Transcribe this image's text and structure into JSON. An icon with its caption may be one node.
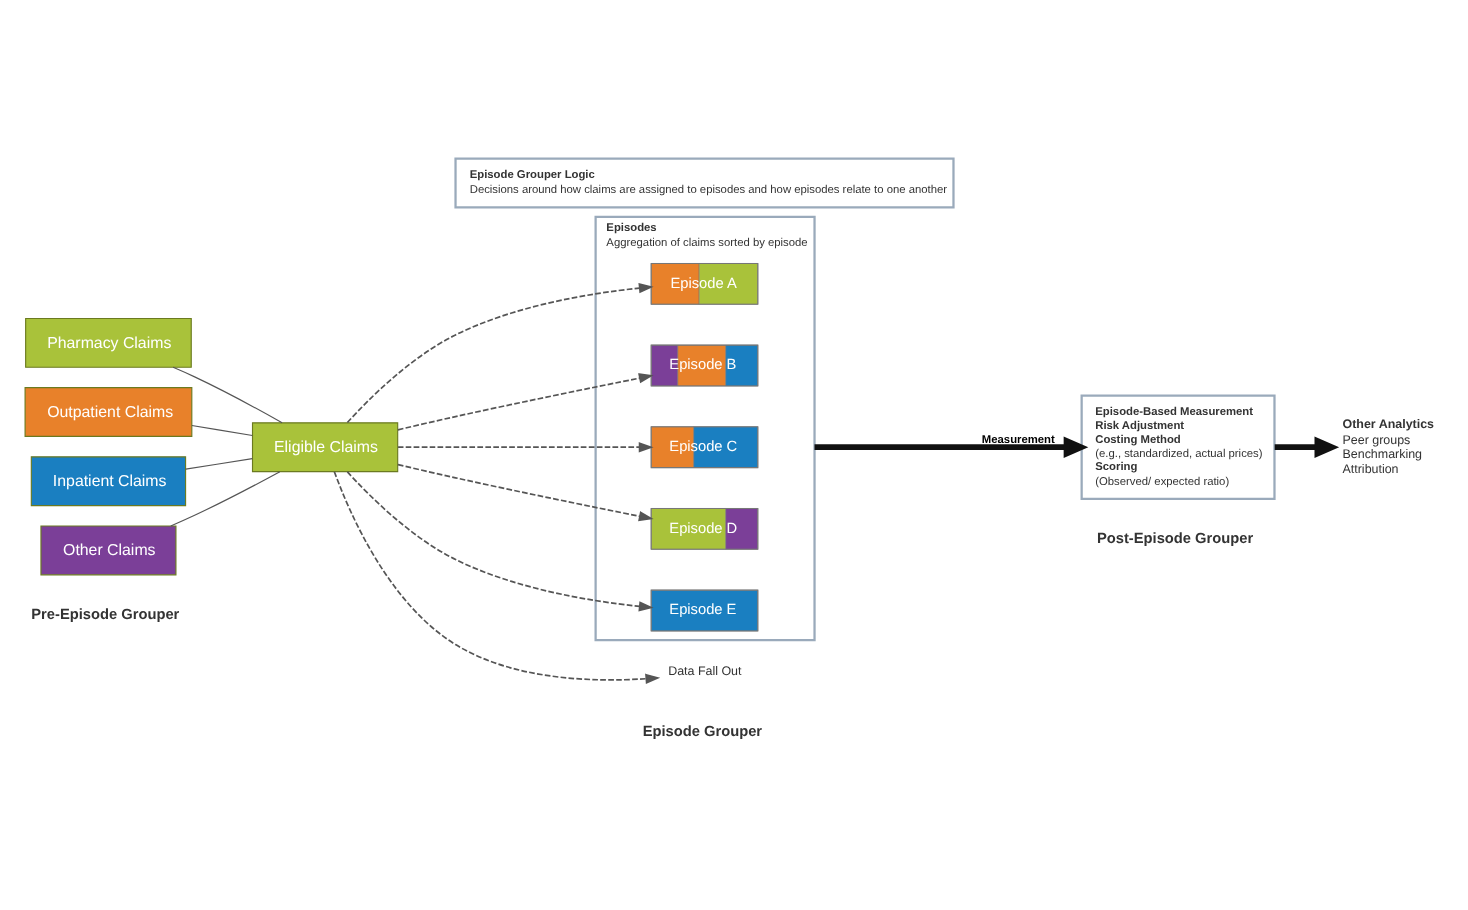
{
  "diagram": {
    "nodes": [
      {
        "text": [
          "Pharmacy Claims"
        ]
      },
      {
        "text": [
          "Outpatient Claims"
        ]
      },
      {
        "text": [
          "Inpatient Claims"
        ]
      },
      {
        "text": [
          "Other Claims"
        ]
      },
      {
        "text": [
          "Eligible Claims"
        ]
      },
      {
        "text": [
          "Episode Grouper Logic",
          "Decisions around how claims are assigned to episodes and how episodes relate to one another"
        ]
      },
      {
        "text": [
          "Episodes",
          "Aggregation of claims sorted by episode"
        ]
      },
      {
        "text": [
          "Episode A"
        ],
        "in": 6
      },
      {
        "text": [
          "Episode B"
        ],
        "in": 6
      },
      {
        "text": [
          "Episode C"
        ],
        "in": 6
      },
      {
        "text": [
          "Episode D"
        ],
        "in": 6
      },
      {
        "text": [
          "Episode E"
        ],
        "in": 6
      },
      {
        "text": [
          "Data Fall Out"
        ]
      },
      {
        "text": [
          "Episode-Based Measurement",
          "Risk Adjustment",
          "Costing Method",
          "(e.g., standardized, actual prices)",
          "Scoring",
          "(Observed/ expected ratio)"
        ]
      },
      {
        "text": [
          "Other Analytics",
          "Peer groups",
          "Benchmarking",
          "Attribution"
        ]
      }
    ],
    "edges": [
      {
        "from": 0,
        "to": 4,
        "arrow": "none"
      },
      {
        "from": 1,
        "to": 4,
        "arrow": "none"
      },
      {
        "from": 2,
        "to": 4,
        "arrow": "none"
      },
      {
        "from": 3,
        "to": 4,
        "arrow": "none"
      },
      {
        "from": 4,
        "to": 7,
        "arrow": "to",
        "style": "dashed"
      },
      {
        "from": 4,
        "to": 8,
        "arrow": "to",
        "style": "dashed"
      },
      {
        "from": 4,
        "to": 9,
        "arrow": "to",
        "style": "dashed"
      },
      {
        "from": 4,
        "to": 10,
        "arrow": "to",
        "style": "dashed"
      },
      {
        "from": 4,
        "to": 11,
        "arrow": "to",
        "style": "dashed"
      },
      {
        "from": 4,
        "to": 12,
        "arrow": "to",
        "style": "dashed"
      },
      {
        "from": 6,
        "to": 13,
        "arrow": "to",
        "style": "thick",
        "label": "Measurement",
        "color": "#111111"
      },
      {
        "from": 13,
        "to": 14,
        "arrow": "to",
        "style": "thick",
        "color": "#111111"
      }
    ],
    "labels": [
      "Pre-Episode Grouper",
      "Episode Grouper",
      "Post-Episode Grouper"
    ]
  }
}
